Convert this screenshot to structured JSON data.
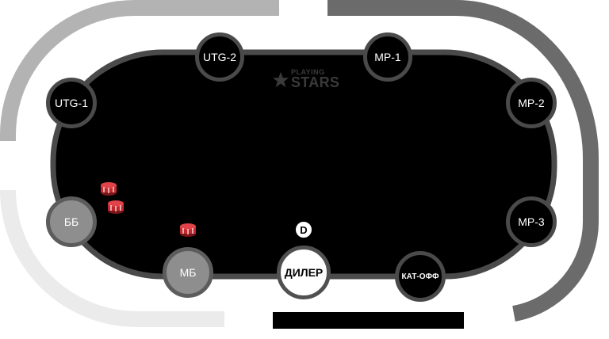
{
  "table": {
    "logo_line1": "PLAYING",
    "logo_line2": "STARS",
    "dealer_button": "D"
  },
  "seats": {
    "utg2": "UTG-2",
    "mp1": "MP-1",
    "utg1": "UTG-1",
    "mp2": "MP-2",
    "bb": "ББ",
    "mp3": "MP-3",
    "sb": "МБ",
    "dealer": "ДИЛЕР",
    "cutoff": "КАТ-ОФФ"
  },
  "colors": {
    "felt": "#000000",
    "rail": "#4a4a4a",
    "arc_left_top": "#b3b3b3",
    "arc_left_bottom": "#ebebeb",
    "arc_right": "#6b6b6b",
    "chip": "#c0282d"
  }
}
